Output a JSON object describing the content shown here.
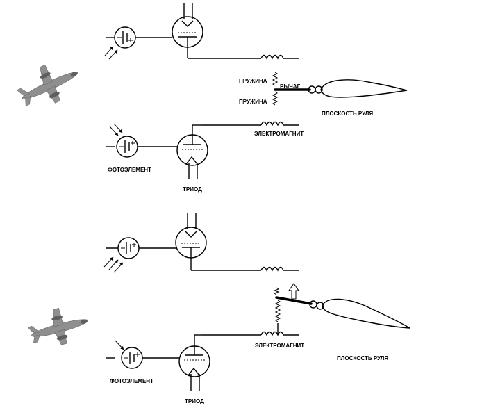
{
  "labels": {
    "spring_top": "ПРУЖИНА",
    "lever": "РЫЧАГ",
    "spring_bottom": "ПРУЖИНА",
    "rudder_1": "ПЛОСКОСТЬ РУЛЯ",
    "electromagnet_1": "ЭЛЕКТРОМАГНИТ",
    "photocell_1": "ФОТОЭЛЕМЕНТ",
    "triode_1": "ТРИОД",
    "electromagnet_2": "ЭЛЕКТРОМАГНИТ",
    "rudder_2": "ПЛОСКОСТЬ РУЛЯ",
    "photocell_2": "ФОТОЭЛЕМЕНТ",
    "triode_2": "ТРИОД"
  },
  "icons": {
    "aircraft": "airplane-icon",
    "photocell": "photocell-icon",
    "triode": "triode-icon",
    "coil": "coil-icon",
    "spring": "spring-icon",
    "light_rays": "light-arrow-icon",
    "movement": "up-arrow-icon"
  },
  "colors": {
    "ink": "#000000",
    "aircraft": "#8f8f8f",
    "background": "#ffffff"
  }
}
